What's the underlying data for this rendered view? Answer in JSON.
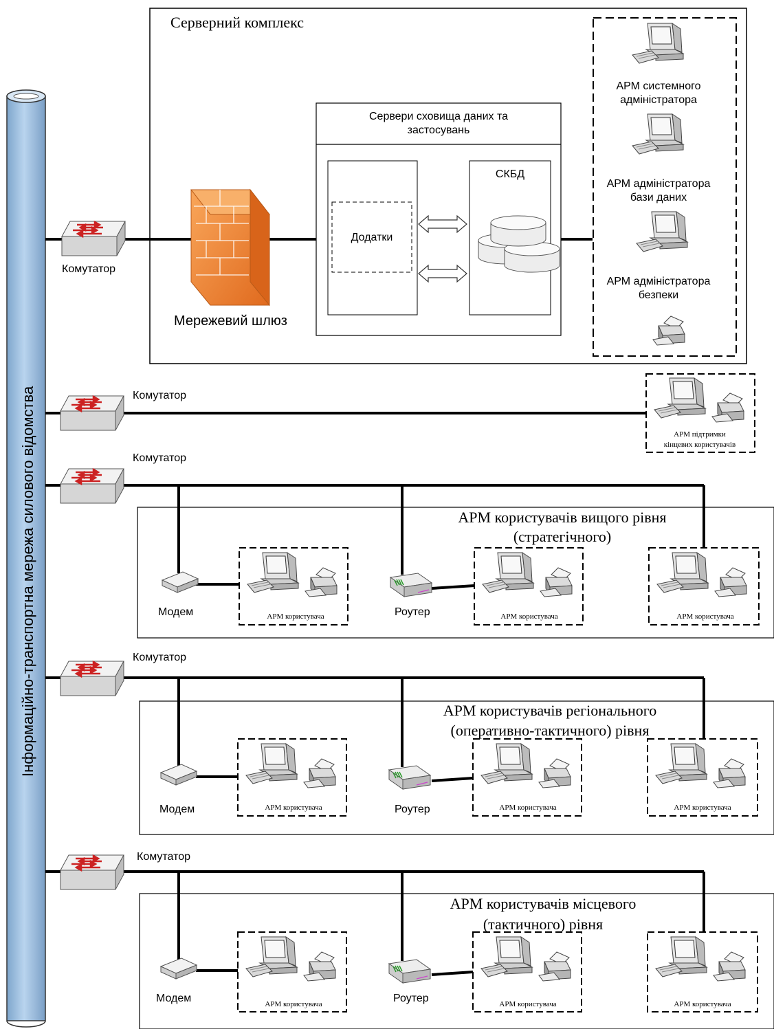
{
  "backbone": {
    "label": "Інформаційно-транспортна мережа силового відомства"
  },
  "server_complex": {
    "title": "Серверний комплекс",
    "gateway": "Мережевий шлюз",
    "switch": "Комутатор",
    "servers_box": {
      "title_line1": "Сервери сховища даних та",
      "title_line2": "застосувань",
      "apps": "Додатки",
      "dbms": "СКБД"
    },
    "admin_workstations": [
      {
        "line1": "АРМ системного",
        "line2": "адміністратора"
      },
      {
        "line1": "АРМ адміністратора",
        "line2": "бази даних"
      },
      {
        "line1": "АРМ адміністратора",
        "line2": "безпеки"
      }
    ]
  },
  "support_row": {
    "switch": "Комутатор",
    "box_line1": "АРМ підтримки",
    "box_line2": "кінцевих користувачів"
  },
  "tiers": [
    {
      "switch": "Комутатор",
      "title_line1": "АРМ користувачів вищого рівня",
      "title_line2": "(стратегічного)",
      "modem": "Модем",
      "router": "Роутер",
      "workstation": "АРМ користувача"
    },
    {
      "switch": "Комутатор",
      "title_line1": "АРМ користувачів регіонального",
      "title_line2": "(оперативно-тактичного) рівня",
      "modem": "Модем",
      "router": "Роутер",
      "workstation": "АРМ користувача"
    },
    {
      "switch": "Комутатор",
      "title_line1": "АРМ користувачів місцевого",
      "title_line2": "(тактичного) рівня",
      "modem": "Модем",
      "router": "Роутер",
      "workstation": "АРМ користувача"
    }
  ],
  "colors": {
    "backbone_fill": "#a9c8e8",
    "firewall": "#f28a3c",
    "switch_arrows": "#cc2222",
    "line": "#000000"
  }
}
